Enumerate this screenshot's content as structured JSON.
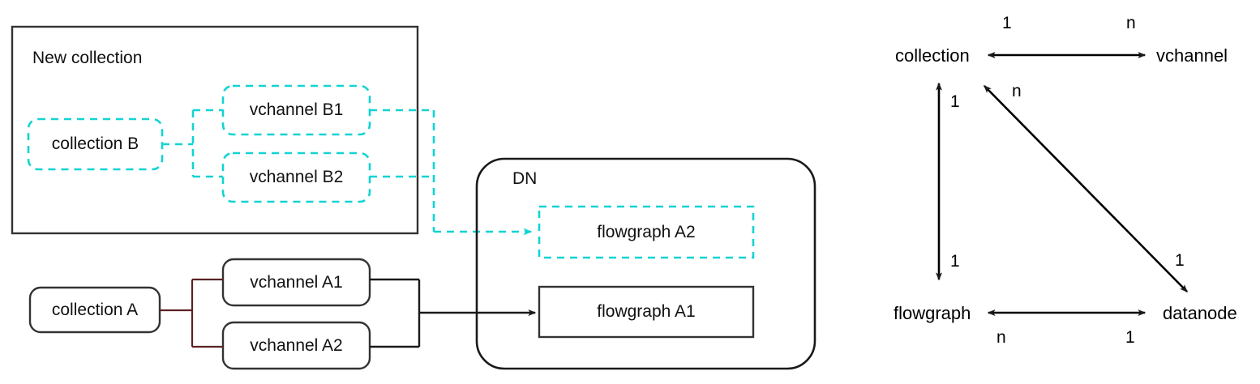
{
  "diagram": {
    "title_hidden": "",
    "colors": {
      "cyan": "#13d3d3",
      "black": "#1a1a1a",
      "maroon": "#5c2223",
      "box_stroke": "#333333",
      "background": "#ffffff"
    },
    "left_panel": {
      "containers": [
        {
          "name": "new-collection-container",
          "label": "New collection",
          "style": "solid-rect"
        },
        {
          "name": "dn-container",
          "label": "DN",
          "style": "solid-rounded"
        }
      ],
      "nodes": [
        {
          "name": "collection-b",
          "label": "collection B",
          "style": "dashed-cyan-rounded"
        },
        {
          "name": "vchannel-b1",
          "label": "vchannel B1",
          "style": "dashed-cyan-rounded"
        },
        {
          "name": "vchannel-b2",
          "label": "vchannel B2",
          "style": "dashed-cyan-rounded"
        },
        {
          "name": "flowgraph-a2",
          "label": "flowgraph A2",
          "style": "dashed-cyan-rect"
        },
        {
          "name": "collection-a",
          "label": "collection A",
          "style": "solid-rounded"
        },
        {
          "name": "vchannel-a1",
          "label": "vchannel A1",
          "style": "solid-rounded"
        },
        {
          "name": "vchannel-a2",
          "label": "vchannel A2",
          "style": "solid-rounded"
        },
        {
          "name": "flowgraph-a1",
          "label": "flowgraph A1",
          "style": "solid-rect"
        }
      ]
    },
    "er_panel": {
      "entities": [
        {
          "name": "entity-collection",
          "label": "collection"
        },
        {
          "name": "entity-vchannel",
          "label": "vchannel"
        },
        {
          "name": "entity-flowgraph",
          "label": "flowgraph"
        },
        {
          "name": "entity-datanode",
          "label": "datanode"
        }
      ],
      "relations": [
        {
          "name": "rel-collection-vchannel",
          "from": "collection",
          "to": "vchannel",
          "from_cardinality": "1",
          "to_cardinality": "n"
        },
        {
          "name": "rel-collection-flowgraph",
          "from": "collection",
          "to": "flowgraph",
          "from_cardinality": "1",
          "to_cardinality": "1"
        },
        {
          "name": "rel-flowgraph-datanode",
          "from": "flowgraph",
          "to": "datanode",
          "from_cardinality": "n",
          "to_cardinality": "1"
        },
        {
          "name": "rel-vchannel-datanode",
          "from": "vchannel",
          "to": "datanode",
          "from_cardinality": "n",
          "to_cardinality": "1"
        }
      ],
      "cardinality_labels": {
        "top_left": "1",
        "top_right": "n",
        "left_upper": "1",
        "left_lower": "1",
        "diag_upper": "n",
        "diag_lower": "1",
        "bottom_left": "n",
        "bottom_right": "1"
      }
    }
  }
}
